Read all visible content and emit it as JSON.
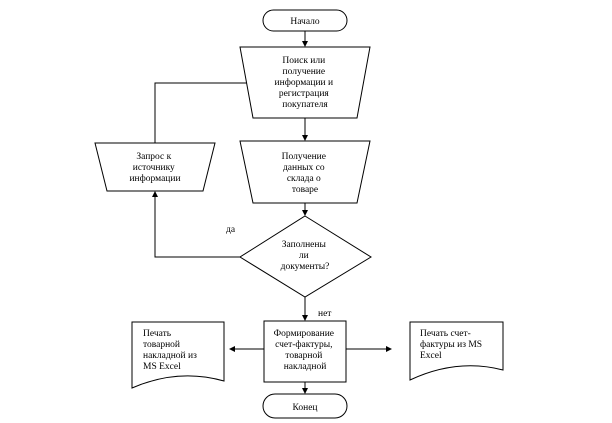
{
  "nodes": {
    "start": {
      "lines": [
        "Начало"
      ]
    },
    "search": {
      "lines": [
        "Поиск  или",
        "получение",
        "информации и",
        "регистрация",
        "покупателя"
      ]
    },
    "receive": {
      "lines": [
        "Получение",
        "данных со",
        "склада о",
        "товаре"
      ]
    },
    "request": {
      "lines": [
        "Запрос к",
        "источнику",
        "информации"
      ]
    },
    "decision": {
      "lines": [
        "Заполнены",
        "ли",
        "документы?"
      ]
    },
    "form": {
      "lines": [
        "Формирование",
        "счет-фактуры,",
        "товарной",
        "накладной"
      ]
    },
    "print_waybill": {
      "lines": [
        "Печать",
        "товарной",
        "накладной из",
        "MS Excel"
      ]
    },
    "print_invoice": {
      "lines": [
        "Печать счет-",
        "фактуры из MS",
        "Excel"
      ]
    },
    "end": {
      "lines": [
        "Конец"
      ]
    }
  },
  "edge_labels": {
    "yes": "да",
    "no": "нет"
  }
}
